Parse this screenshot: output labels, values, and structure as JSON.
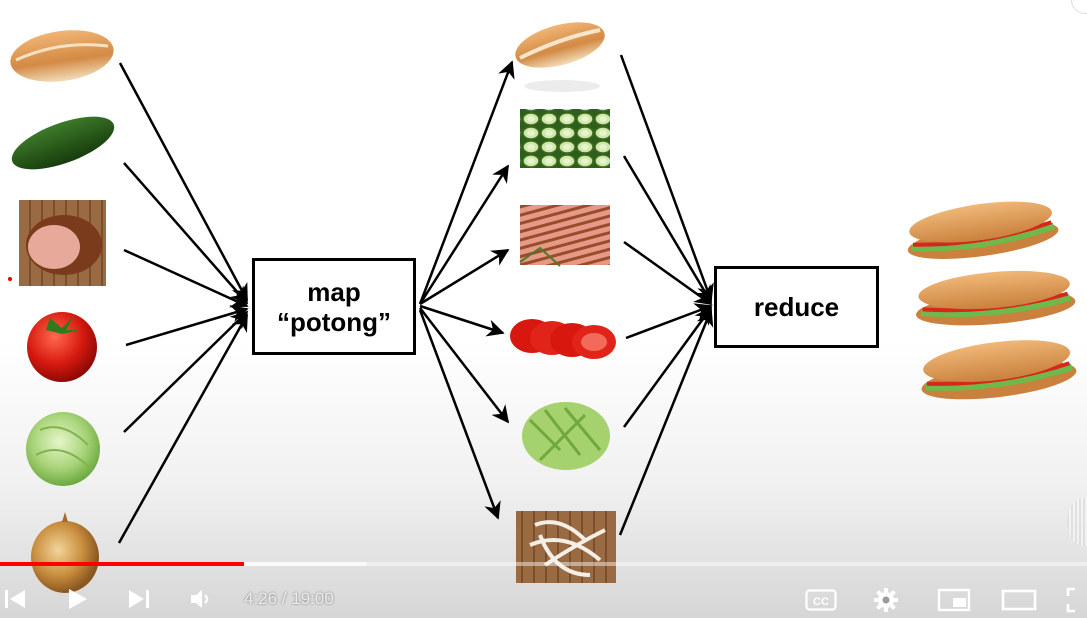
{
  "diagram": {
    "map_label_line1": "map",
    "map_label_line2": "“potong”",
    "reduce_label": "reduce",
    "inputs": [
      "bread-roll",
      "cucumber",
      "ham",
      "tomato",
      "lettuce",
      "onion"
    ],
    "mapped_outputs": [
      "sliced-bread-roll",
      "sliced-cucumber",
      "sliced-ham",
      "sliced-tomato",
      "shredded-lettuce",
      "sliced-onion"
    ],
    "results": [
      "sandwich",
      "sandwich",
      "sandwich"
    ]
  },
  "player": {
    "current_time": "4:26",
    "duration": "19:00",
    "time_text": "4:26 / 19:00",
    "progress_fraction": 0.2246,
    "buffered_fraction": 0.338,
    "accent_color": "#ff0000",
    "buttons": {
      "previous": "previous-icon",
      "play": "play-icon",
      "next": "next-icon",
      "volume": "volume-icon",
      "captions": "captions-icon",
      "captions_text": "CC",
      "settings": "gear-icon",
      "miniplayer": "miniplayer-icon",
      "theater": "theater-mode-icon",
      "fullscreen": "fullscreen-icon"
    }
  }
}
